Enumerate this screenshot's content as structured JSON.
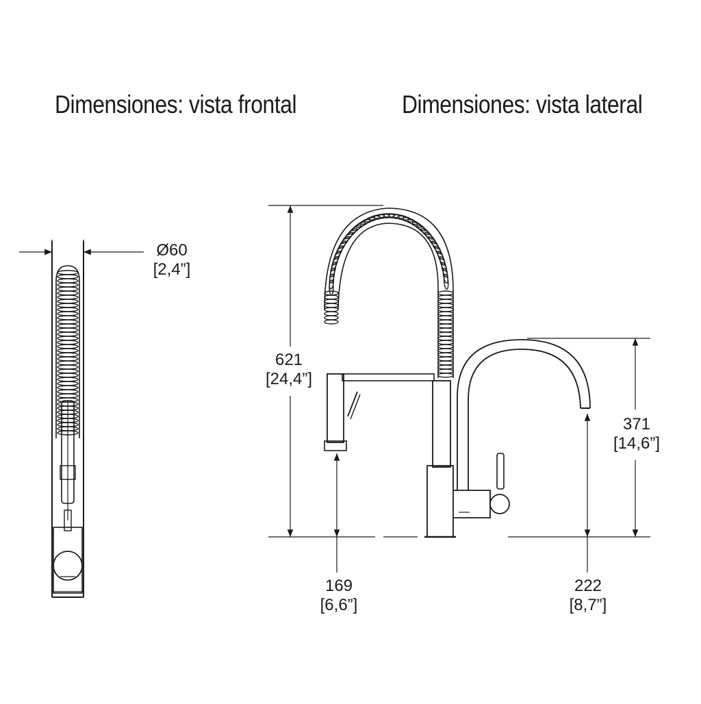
{
  "titles": {
    "front": "Dimensiones: vista frontal",
    "side": "Dimensiones: vista lateral"
  },
  "dimensions": {
    "diameter": {
      "mm": "Ø60",
      "inch": "[2,4”]"
    },
    "total_height": {
      "mm": "621",
      "inch": "[24,4”]"
    },
    "spout_height": {
      "mm": "371",
      "inch": "[14,6”]"
    },
    "spray_height": {
      "mm": "169",
      "inch": "[6,6”]"
    },
    "spout_reach": {
      "mm": "222",
      "inch": "[8,7”]"
    }
  },
  "colors": {
    "line": "#1a1a1a",
    "background": "#ffffff"
  }
}
